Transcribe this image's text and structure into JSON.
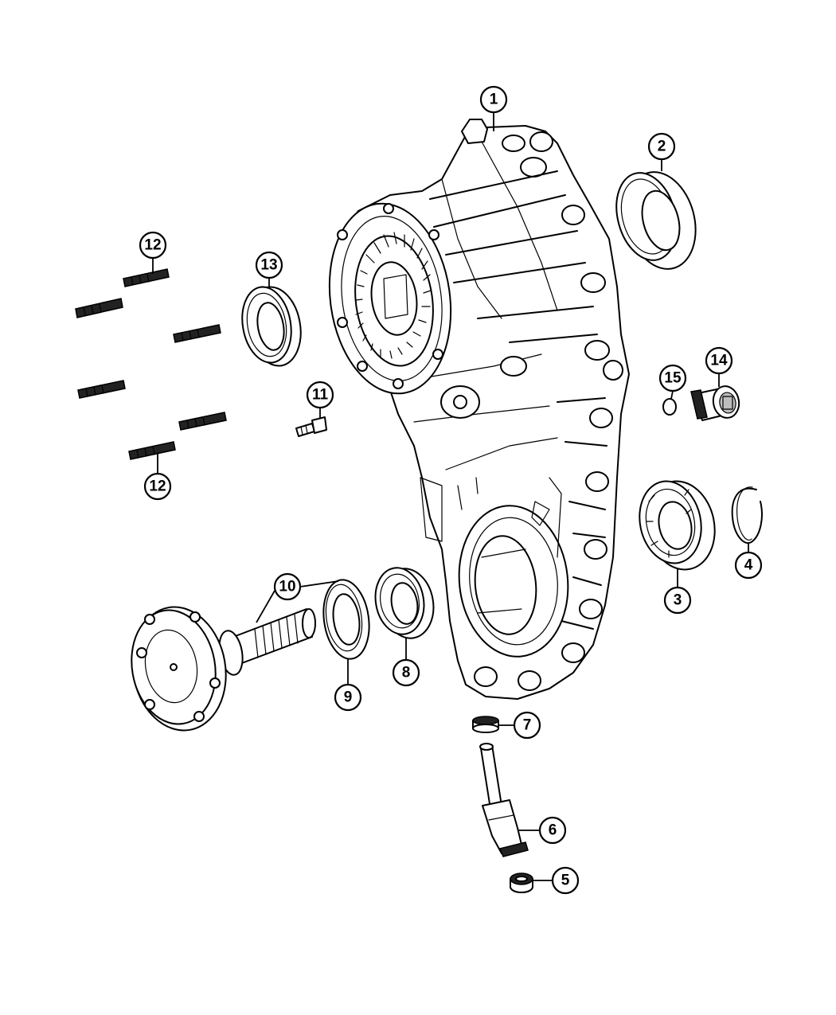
{
  "callouts": {
    "c1": "1",
    "c2": "2",
    "c3": "3",
    "c4": "4",
    "c5": "5",
    "c6": "6",
    "c7": "7",
    "c8": "8",
    "c9": "9",
    "c10": "10",
    "c11": "11",
    "c12a": "12",
    "c12b": "12",
    "c13": "13",
    "c14": "14",
    "c15": "15"
  }
}
